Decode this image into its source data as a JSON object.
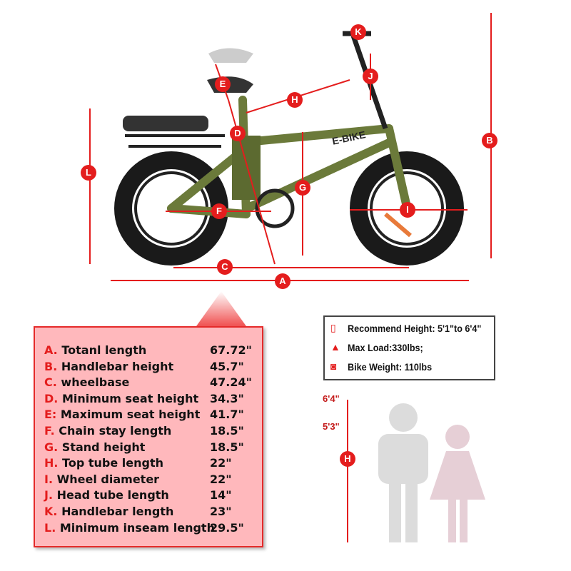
{
  "markers": {
    "A": "A",
    "B": "B",
    "C": "C",
    "D": "D",
    "E": "E",
    "F": "F",
    "G": "G",
    "H": "H",
    "I": "I",
    "J": "J",
    "K": "K",
    "L": "L"
  },
  "bike_logo": "E-BIKE",
  "specs": [
    {
      "letter": "A.",
      "label": "Totanl length",
      "value": "67.72\""
    },
    {
      "letter": "B.",
      "label": "Handlebar height",
      "value": "45.7\""
    },
    {
      "letter": "C.",
      "label": "wheelbase",
      "value": "47.24\""
    },
    {
      "letter": "D.",
      "label": "Minimum seat height",
      "value": "34.3\""
    },
    {
      "letter": "E:",
      "label": "Maximum seat height",
      "value": "41.7\""
    },
    {
      "letter": "F.",
      "label": "Chain stay length",
      "value": "18.5\""
    },
    {
      "letter": "G.",
      "label": "Stand height",
      "value": "18.5\""
    },
    {
      "letter": "H.",
      "label": "Top tube length",
      "value": "22\""
    },
    {
      "letter": "I.",
      "label": "Wheel diameter",
      "value": "22\""
    },
    {
      "letter": "J.",
      "label": "Head tube length",
      "value": "14\""
    },
    {
      "letter": "K.",
      "label": "Handlebar length",
      "value": "23\""
    },
    {
      "letter": "L.",
      "label": "Minimum inseam length",
      "value": "29.5\""
    }
  ],
  "info": [
    {
      "icon": "height-icon",
      "text": "Recommend Height: 5'1\"to 6'4\""
    },
    {
      "icon": "weight-icon",
      "text": "Max Load:330lbs;"
    },
    {
      "icon": "scale-icon",
      "text": "Bike Weight: 110lbs"
    }
  ],
  "height_chart": {
    "top": "6'4\"",
    "mid": "5'3\"",
    "marker": "H"
  },
  "colors": {
    "accent": "#e41d1d",
    "frame": "#6b7a3a",
    "panel": "#ffb8bc"
  }
}
